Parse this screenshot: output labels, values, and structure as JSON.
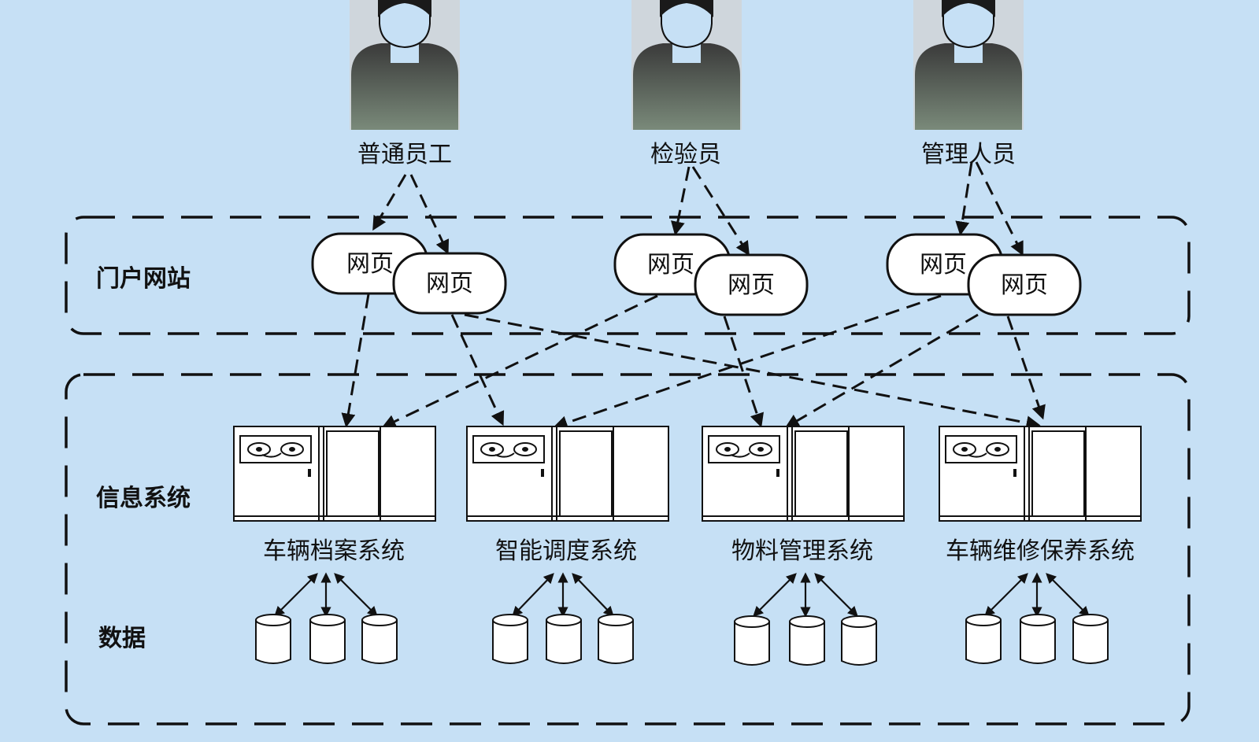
{
  "users": [
    {
      "id": "general-staff",
      "label": "普通员工"
    },
    {
      "id": "inspector",
      "label": "检验员"
    },
    {
      "id": "manager",
      "label": "管理人员"
    }
  ],
  "page_label": "网页",
  "layers": {
    "portal": "门户网站",
    "info": "信息系统",
    "data": "数据"
  },
  "systems": [
    {
      "id": "vehicle-archive",
      "label": "车辆档案系统"
    },
    {
      "id": "dispatch",
      "label": "智能调度系统"
    },
    {
      "id": "material",
      "label": "物料管理系统"
    },
    {
      "id": "maintenance",
      "label": "车辆维修保养系统"
    }
  ]
}
